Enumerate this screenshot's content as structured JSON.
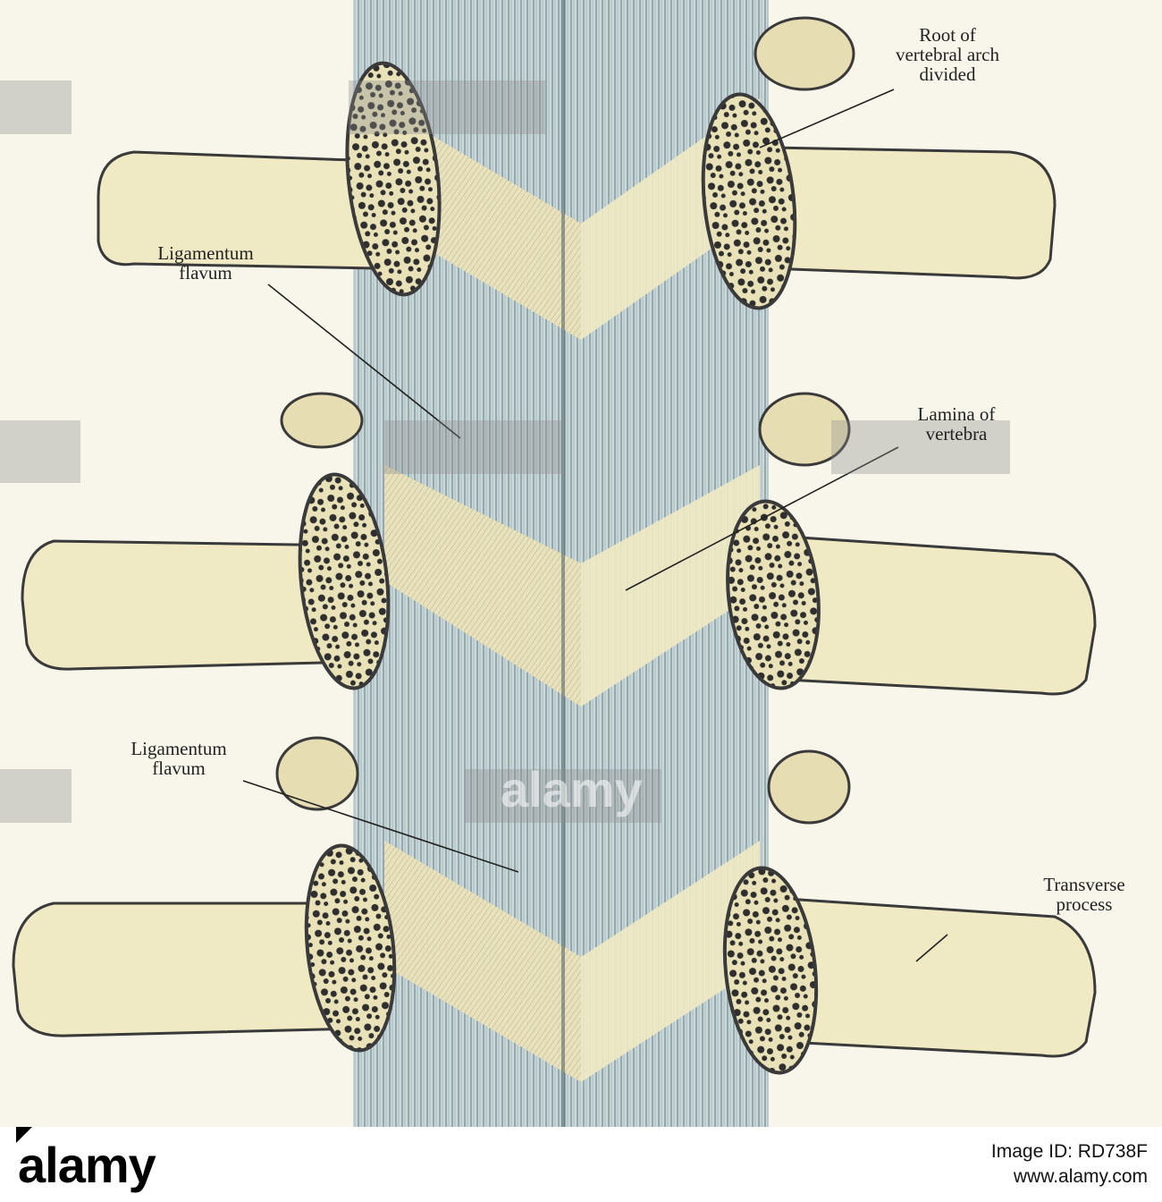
{
  "figure": {
    "labels": {
      "root": "Root of\nvertebral arch\ndivided",
      "lig_upper": "Ligamentum\nflavum",
      "lamina": "Lamina of\nvertebra",
      "lig_lower": "Ligamentum\nflavum",
      "transverse": "Transverse\nprocess"
    }
  },
  "watermark": {
    "text": "alamy"
  },
  "footer": {
    "logo": "alamy",
    "image_id": "Image ID: RD738F",
    "site": "www.alamy.com"
  },
  "colors": {
    "bone": "#efe9c4",
    "ligament": "#c9d6d8",
    "ink": "#3a3a3a",
    "background": "#f8f6ea"
  }
}
